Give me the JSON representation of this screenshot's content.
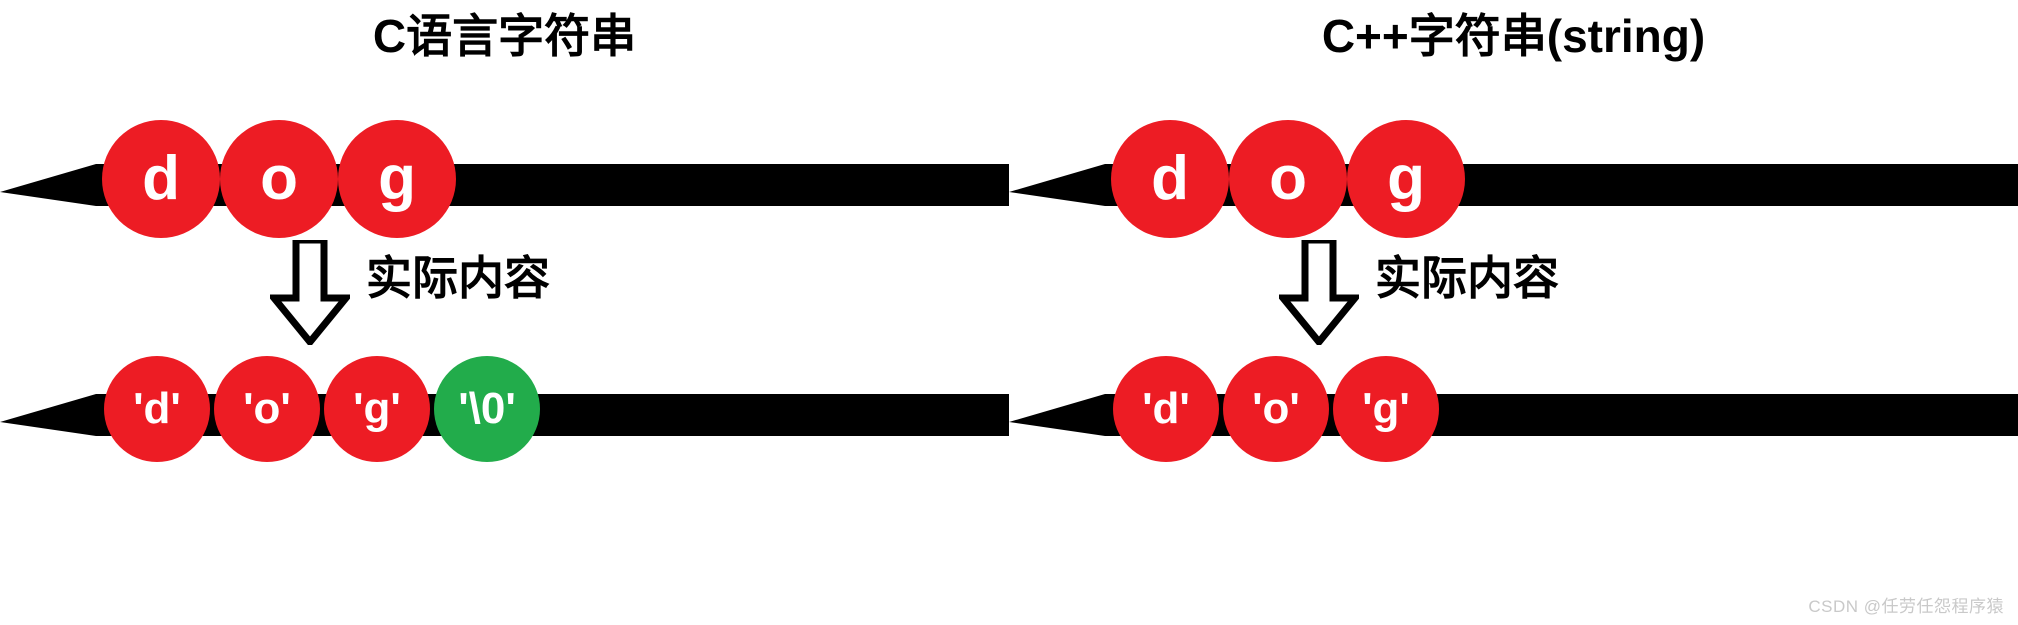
{
  "diagram": {
    "background_color": "#ffffff",
    "accent_colors": {
      "node_red": "#ed1c24",
      "node_green": "#22ac4b",
      "bar_black": "#000000",
      "text_white": "#ffffff",
      "watermark_gray": "#c9c9c9"
    },
    "panels": [
      {
        "id": "c-string",
        "title": "C语言字符串",
        "top_row": {
          "nodes": [
            {
              "label": "d",
              "color": "#ed1c24"
            },
            {
              "label": "o",
              "color": "#ed1c24"
            },
            {
              "label": "g",
              "color": "#ed1c24"
            }
          ]
        },
        "note": {
          "arrow": "down-arrow-icon",
          "label": "实际内容"
        },
        "bottom_row": {
          "nodes": [
            {
              "label": "'d'",
              "color": "#ed1c24"
            },
            {
              "label": "'o'",
              "color": "#ed1c24"
            },
            {
              "label": "'g'",
              "color": "#ed1c24"
            },
            {
              "label": "'\\0'",
              "color": "#22ac4b"
            }
          ]
        }
      },
      {
        "id": "cpp-string",
        "title": "C++字符串(string)",
        "top_row": {
          "nodes": [
            {
              "label": "d",
              "color": "#ed1c24"
            },
            {
              "label": "o",
              "color": "#ed1c24"
            },
            {
              "label": "g",
              "color": "#ed1c24"
            }
          ]
        },
        "note": {
          "arrow": "down-arrow-icon",
          "label": "实际内容"
        },
        "bottom_row": {
          "nodes": [
            {
              "label": "'d'",
              "color": "#ed1c24"
            },
            {
              "label": "'o'",
              "color": "#ed1c24"
            },
            {
              "label": "'g'",
              "color": "#ed1c24"
            }
          ]
        }
      }
    ],
    "watermark": "CSDN @任劳任怨程序猿"
  }
}
